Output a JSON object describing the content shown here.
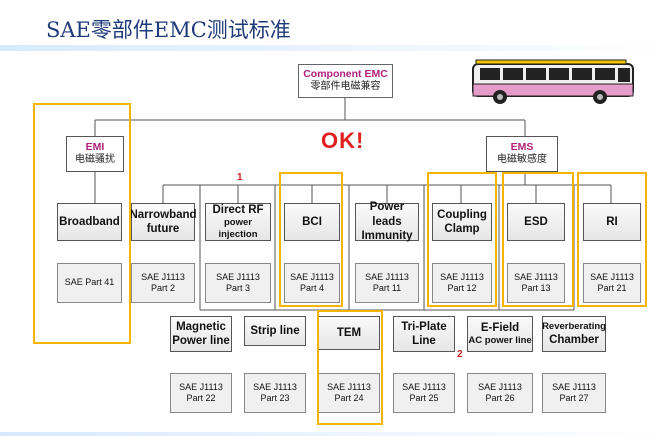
{
  "title": "SAE零部件EMC测试标准",
  "ok_label": "OK!",
  "marks": {
    "first": "1",
    "second": "2"
  },
  "root": {
    "en": "Component EMC",
    "zh": "零部件电磁兼容"
  },
  "emi": {
    "en": "EMI",
    "zh": "电磁骚扰"
  },
  "ems": {
    "en": "EMS",
    "zh": "电磁敏感度"
  },
  "row1": [
    {
      "label_lines": [
        "Broadband"
      ],
      "part_lines": [
        "SAE Part 41"
      ]
    },
    {
      "label_lines": [
        "Narrowband",
        "future"
      ],
      "part_lines": [
        "SAE J1113",
        "Part 2"
      ]
    },
    {
      "label_lines": [
        "Direct RF",
        "power injection"
      ],
      "part_lines": [
        "SAE J1113",
        "Part 3"
      ]
    },
    {
      "label_lines": [
        "BCI"
      ],
      "part_lines": [
        "SAE J1113",
        "Part 4"
      ]
    },
    {
      "label_lines": [
        "Power leads",
        "Immunity"
      ],
      "part_lines": [
        "SAE J1113",
        "Part 11"
      ]
    },
    {
      "label_lines": [
        "Coupling",
        "Clamp"
      ],
      "part_lines": [
        "SAE J1113",
        "Part 12"
      ]
    },
    {
      "label_lines": [
        "ESD"
      ],
      "part_lines": [
        "SAE J1113",
        "Part 13"
      ]
    },
    {
      "label_lines": [
        "RI"
      ],
      "part_lines": [
        "SAE J1113",
        "Part 21"
      ]
    }
  ],
  "row2": [
    {
      "label_lines": [
        "Magnetic",
        "Power line"
      ],
      "part_lines": [
        "SAE J1113",
        "Part 22"
      ]
    },
    {
      "label_lines": [
        "Strip line"
      ],
      "part_lines": [
        "SAE J1113",
        "Part 23"
      ]
    },
    {
      "label_lines": [
        "TEM"
      ],
      "part_lines": [
        "SAE J1113",
        "Part 24"
      ]
    },
    {
      "label_lines": [
        "Tri-Plate",
        "Line"
      ],
      "part_lines": [
        "SAE J1113",
        "Part 25"
      ]
    },
    {
      "label_lines": [
        "E-Field",
        "AC power line"
      ],
      "part_lines": [
        "SAE J1113",
        "Part 26"
      ]
    },
    {
      "label_lines": [
        "Reverberating",
        "Chamber"
      ],
      "part_lines": [
        "SAE J1113",
        "Part 27"
      ]
    }
  ],
  "colors": {
    "highlight": "#f5b400",
    "ok": "#e02020",
    "title": "#1f3a7a",
    "category": "#b0207a"
  },
  "icons": {
    "bus": "bus-illustration-icon"
  }
}
